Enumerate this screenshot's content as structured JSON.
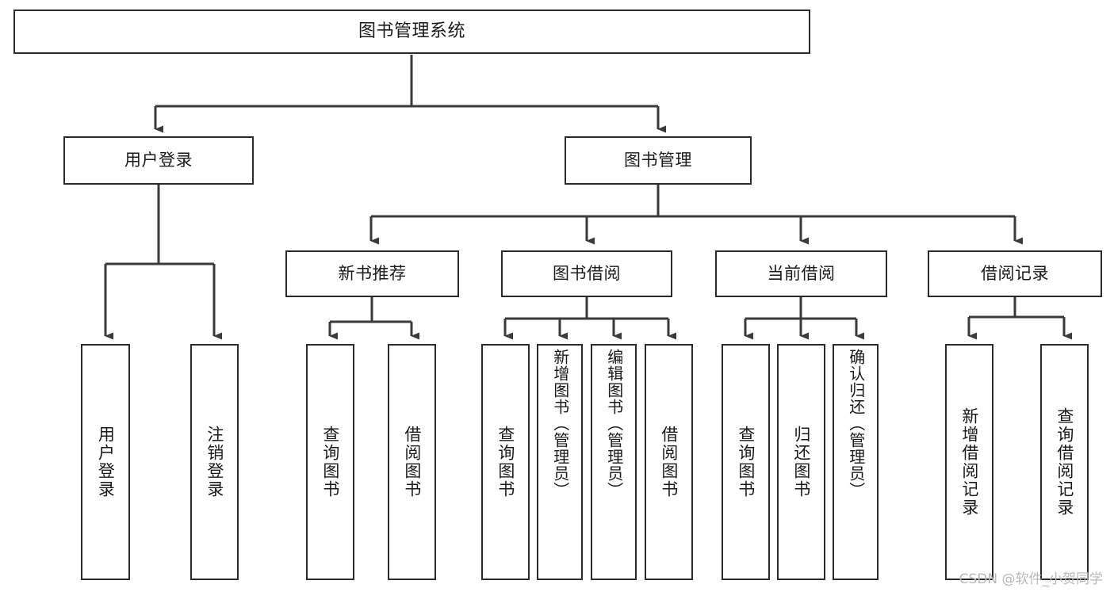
{
  "diagram": {
    "type": "tree-hierarchy-chart",
    "title": "图书管理系统",
    "watermark": "CSDN @软件_小贺同学",
    "colors": {
      "background": "#ffffff",
      "box_fill": "#ffffff",
      "box_border": "#2b2b2b",
      "connector": "#3a3a3a",
      "text": "#1a1a1a",
      "watermark": "#b9b9b9"
    },
    "nodes": {
      "root": {
        "label": "图书管理系统"
      },
      "level2": [
        {
          "id": "user-login",
          "label": "用户登录"
        },
        {
          "id": "book-manage",
          "label": "图书管理"
        }
      ],
      "level3": [
        {
          "id": "new-book-recommend",
          "label": "新书推荐"
        },
        {
          "id": "book-borrow",
          "label": "图书借阅"
        },
        {
          "id": "current-borrow",
          "label": "当前借阅"
        },
        {
          "id": "borrow-record",
          "label": "借阅记录"
        }
      ],
      "leaves": {
        "user_login": [
          {
            "id": "leaf-user-login",
            "label": "用户登录"
          },
          {
            "id": "leaf-logout-login",
            "label": "注销登录"
          }
        ],
        "new_book_recommend": [
          {
            "id": "leaf-query-book-1",
            "label": "查询图书"
          },
          {
            "id": "leaf-borrow-book-1",
            "label": "借阅图书"
          }
        ],
        "book_borrow": [
          {
            "id": "leaf-query-book-2",
            "label": "查询图书"
          },
          {
            "id": "leaf-add-book",
            "label": "新增图书（管理员）"
          },
          {
            "id": "leaf-edit-book",
            "label": "编辑图书（管理员）"
          },
          {
            "id": "leaf-borrow-book-2",
            "label": "借阅图书"
          }
        ],
        "current_borrow": [
          {
            "id": "leaf-query-book-3",
            "label": "查询图书"
          },
          {
            "id": "leaf-return-book",
            "label": "归还图书"
          },
          {
            "id": "leaf-confirm-return",
            "label": "确认归还（管理员）"
          }
        ],
        "borrow_record": [
          {
            "id": "leaf-add-record",
            "label": "新增借阅记录"
          },
          {
            "id": "leaf-query-record",
            "label": "查询借阅记录"
          }
        ]
      }
    }
  }
}
